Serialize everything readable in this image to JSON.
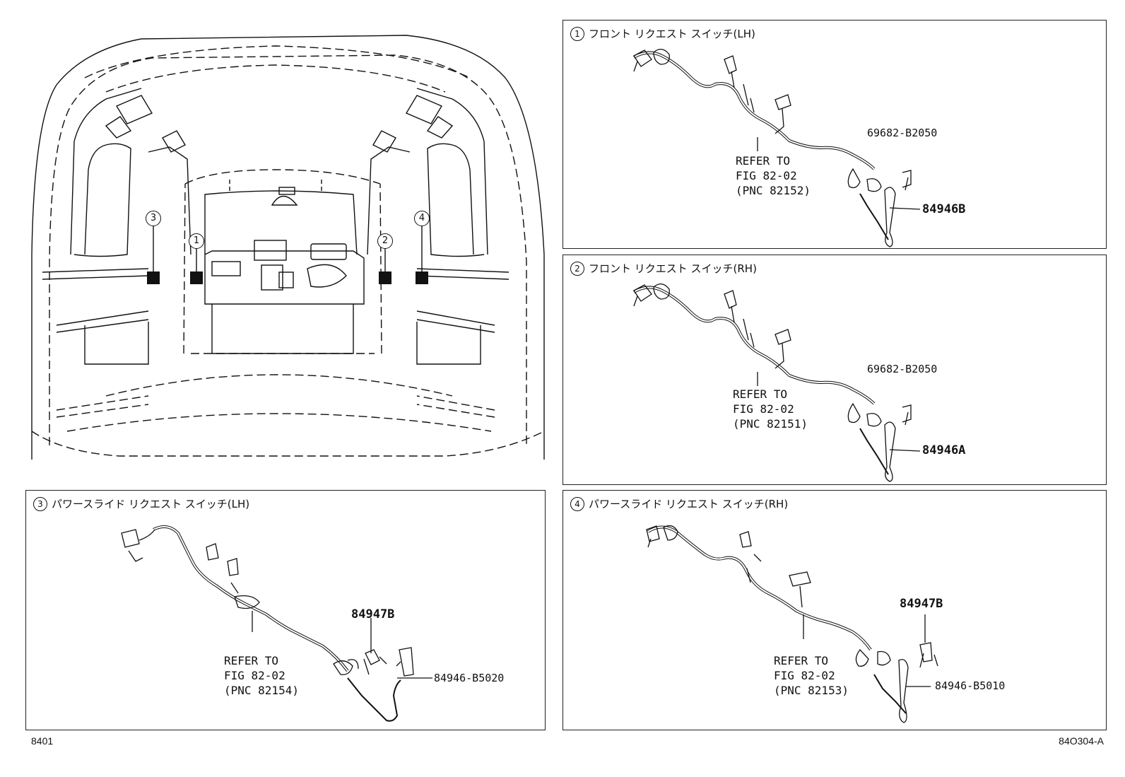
{
  "panels": [
    {
      "num": "1",
      "title": "フロント リクエスト スイッチ(LH)",
      "part_top": "69682-B2050",
      "part_main": "84946B",
      "refer": [
        "REFER TO",
        "FIG 82-02",
        "(PNC 82152)"
      ]
    },
    {
      "num": "2",
      "title": "フロント リクエスト スイッチ(RH)",
      "part_top": "69682-B2050",
      "part_main": "84946A",
      "refer": [
        "REFER TO",
        "FIG 82-02",
        "(PNC 82151)"
      ]
    },
    {
      "num": "3",
      "title": "パワースライド リクエスト スイッチ(LH)",
      "part_bracket": "84947B",
      "part_side": "84946-B5020",
      "refer": [
        "REFER TO",
        "FIG 82-02",
        "(PNC 82154)"
      ]
    },
    {
      "num": "4",
      "title": "パワースライド リクエスト スイッチ(RH)",
      "part_bracket": "84947B",
      "part_side": "84946-B5010",
      "refer": [
        "REFER TO",
        "FIG 82-02",
        "(PNC 82153)"
      ]
    }
  ],
  "overview": {
    "callouts": [
      "3",
      "1",
      "2",
      "4"
    ]
  },
  "footer": {
    "left": "8401",
    "right": "84O304-A"
  }
}
